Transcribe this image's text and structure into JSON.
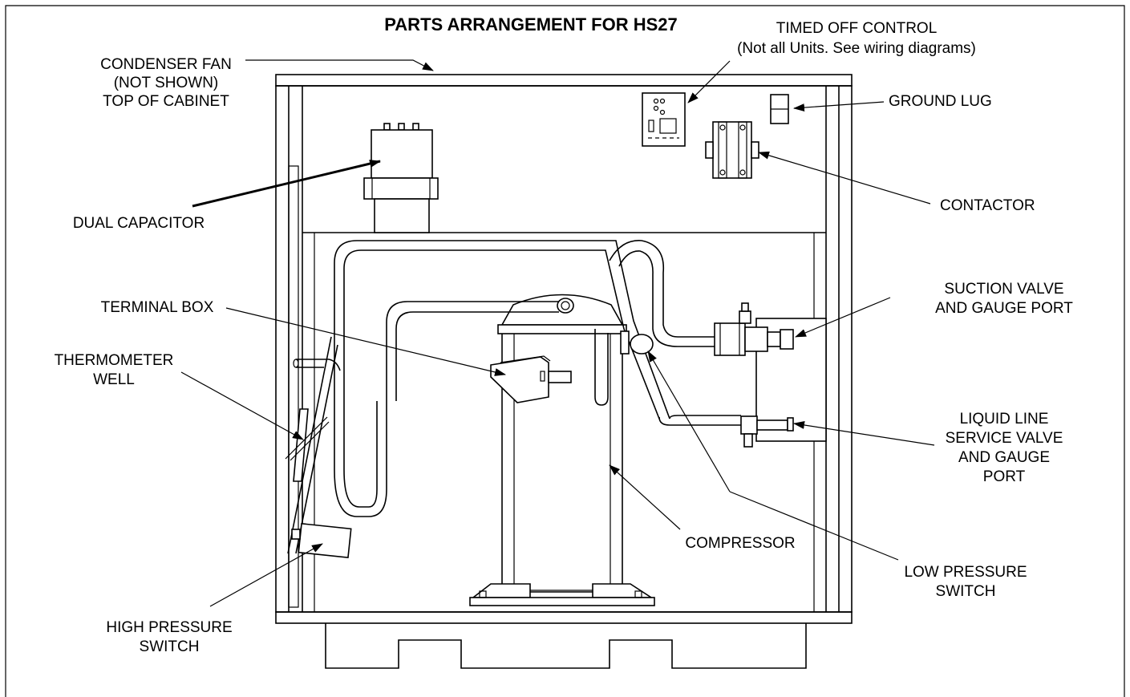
{
  "title": "PARTS ARRANGEMENT FOR HS27",
  "labels": {
    "timed_off_control": [
      "TIMED OFF CONTROL",
      "(Not all Units. See wiring diagrams)"
    ],
    "condenser_fan": [
      "CONDENSER FAN",
      "(NOT SHOWN)",
      "TOP OF CABINET"
    ],
    "ground_lug": [
      "GROUND LUG"
    ],
    "contactor": [
      "CONTACTOR"
    ],
    "dual_capacitor": [
      "DUAL CAPACITOR"
    ],
    "suction_valve": [
      "SUCTION VALVE",
      "AND GAUGE PORT"
    ],
    "terminal_box": [
      "TERMINAL BOX"
    ],
    "thermometer_well": [
      "THERMOMETER",
      "WELL"
    ],
    "liquid_line": [
      "LIQUID LINE",
      "SERVICE VALVE",
      "AND GAUGE",
      "PORT"
    ],
    "compressor": [
      "COMPRESSOR"
    ],
    "low_pressure_switch": [
      "LOW PRESSURE",
      "SWITCH"
    ],
    "high_pressure_switch": [
      "HIGH PRESSURE",
      "SWITCH"
    ]
  }
}
